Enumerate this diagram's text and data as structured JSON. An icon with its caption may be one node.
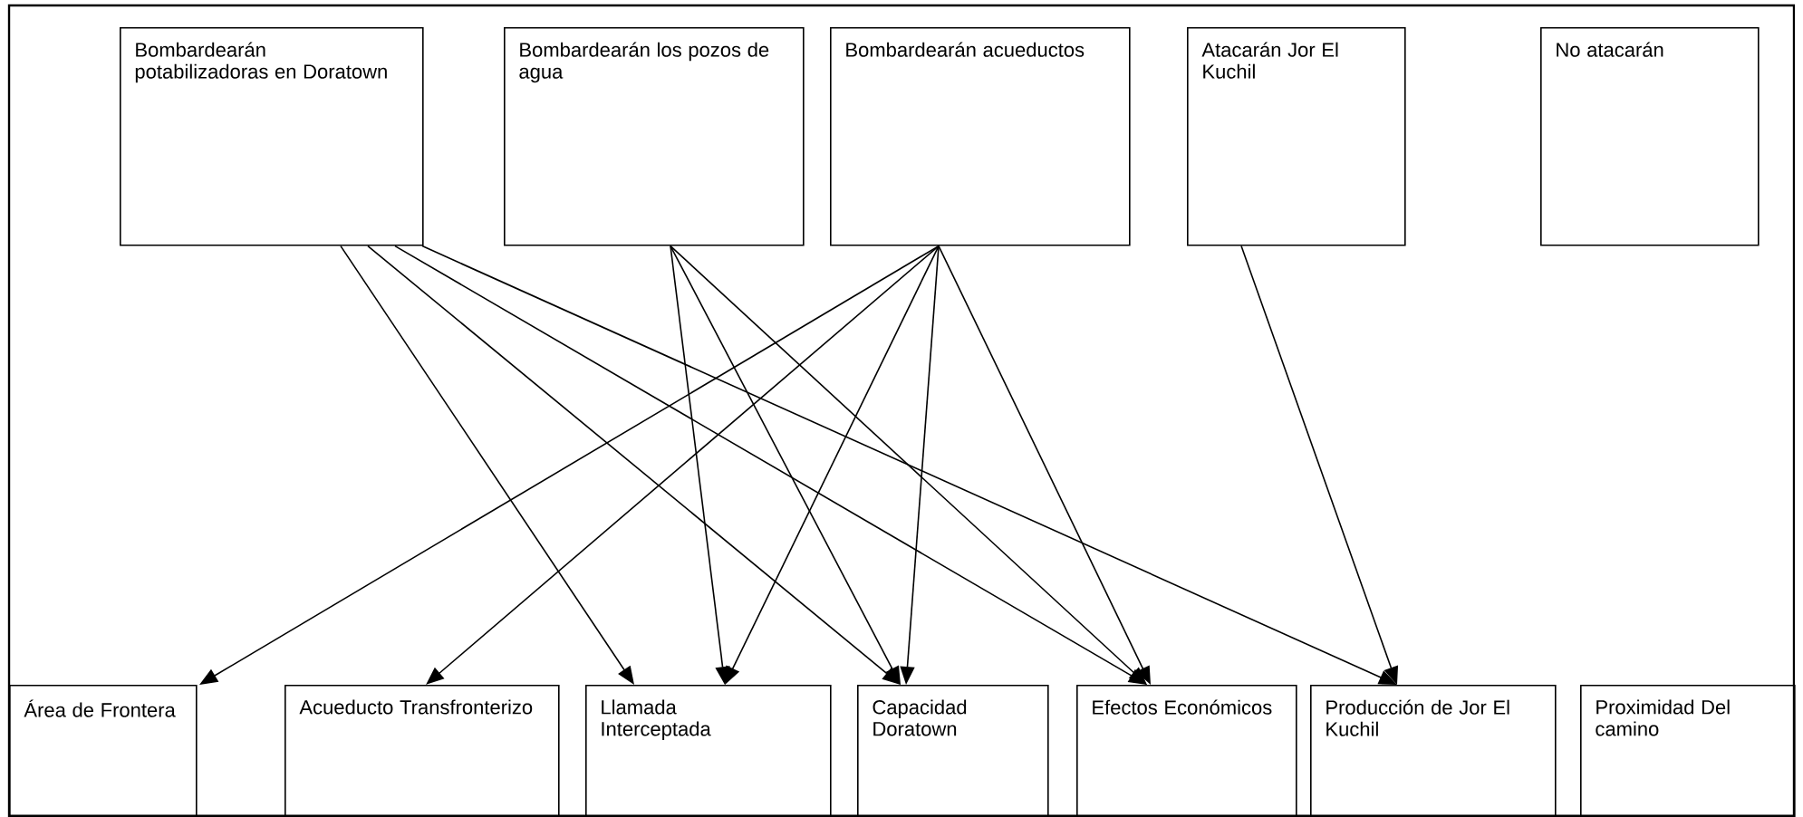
{
  "diagram": {
    "nodes": [
      {
        "text": [
          "Bombardearán potabilizadoras en Doratown"
        ]
      },
      {
        "text": [
          "Bombardearán los pozos de agua"
        ]
      },
      {
        "text": [
          "Bombardearán acueductos"
        ]
      },
      {
        "text": [
          "Atacarán Jor El Kuchil"
        ]
      },
      {
        "text": [
          "No atacarán"
        ]
      },
      {
        "text": [
          "Área de Frontera"
        ]
      },
      {
        "text": [
          "Acueducto Transfronterizo"
        ]
      },
      {
        "text": [
          "Llamada Interceptada"
        ]
      },
      {
        "text": [
          "Capacidad Doratown"
        ]
      },
      {
        "text": [
          "Efectos Económicos"
        ]
      },
      {
        "text": [
          "Producción de Jor El Kuchil"
        ]
      },
      {
        "text": [
          "Proximidad Del camino"
        ]
      }
    ],
    "edges": [
      {
        "from": 0,
        "to": 7,
        "arrow": "to"
      },
      {
        "from": 0,
        "to": 8,
        "arrow": "to"
      },
      {
        "from": 0,
        "to": 9,
        "arrow": "to"
      },
      {
        "from": 0,
        "to": 10,
        "arrow": "to"
      },
      {
        "from": 1,
        "to": 7,
        "arrow": "to"
      },
      {
        "from": 1,
        "to": 8,
        "arrow": "to"
      },
      {
        "from": 1,
        "to": 9,
        "arrow": "to"
      },
      {
        "from": 2,
        "to": 5,
        "arrow": "to"
      },
      {
        "from": 2,
        "to": 6,
        "arrow": "to"
      },
      {
        "from": 2,
        "to": 7,
        "arrow": "to"
      },
      {
        "from": 2,
        "to": 8,
        "arrow": "to"
      },
      {
        "from": 2,
        "to": 9,
        "arrow": "to"
      },
      {
        "from": 3,
        "to": 10,
        "arrow": "to"
      }
    ]
  }
}
